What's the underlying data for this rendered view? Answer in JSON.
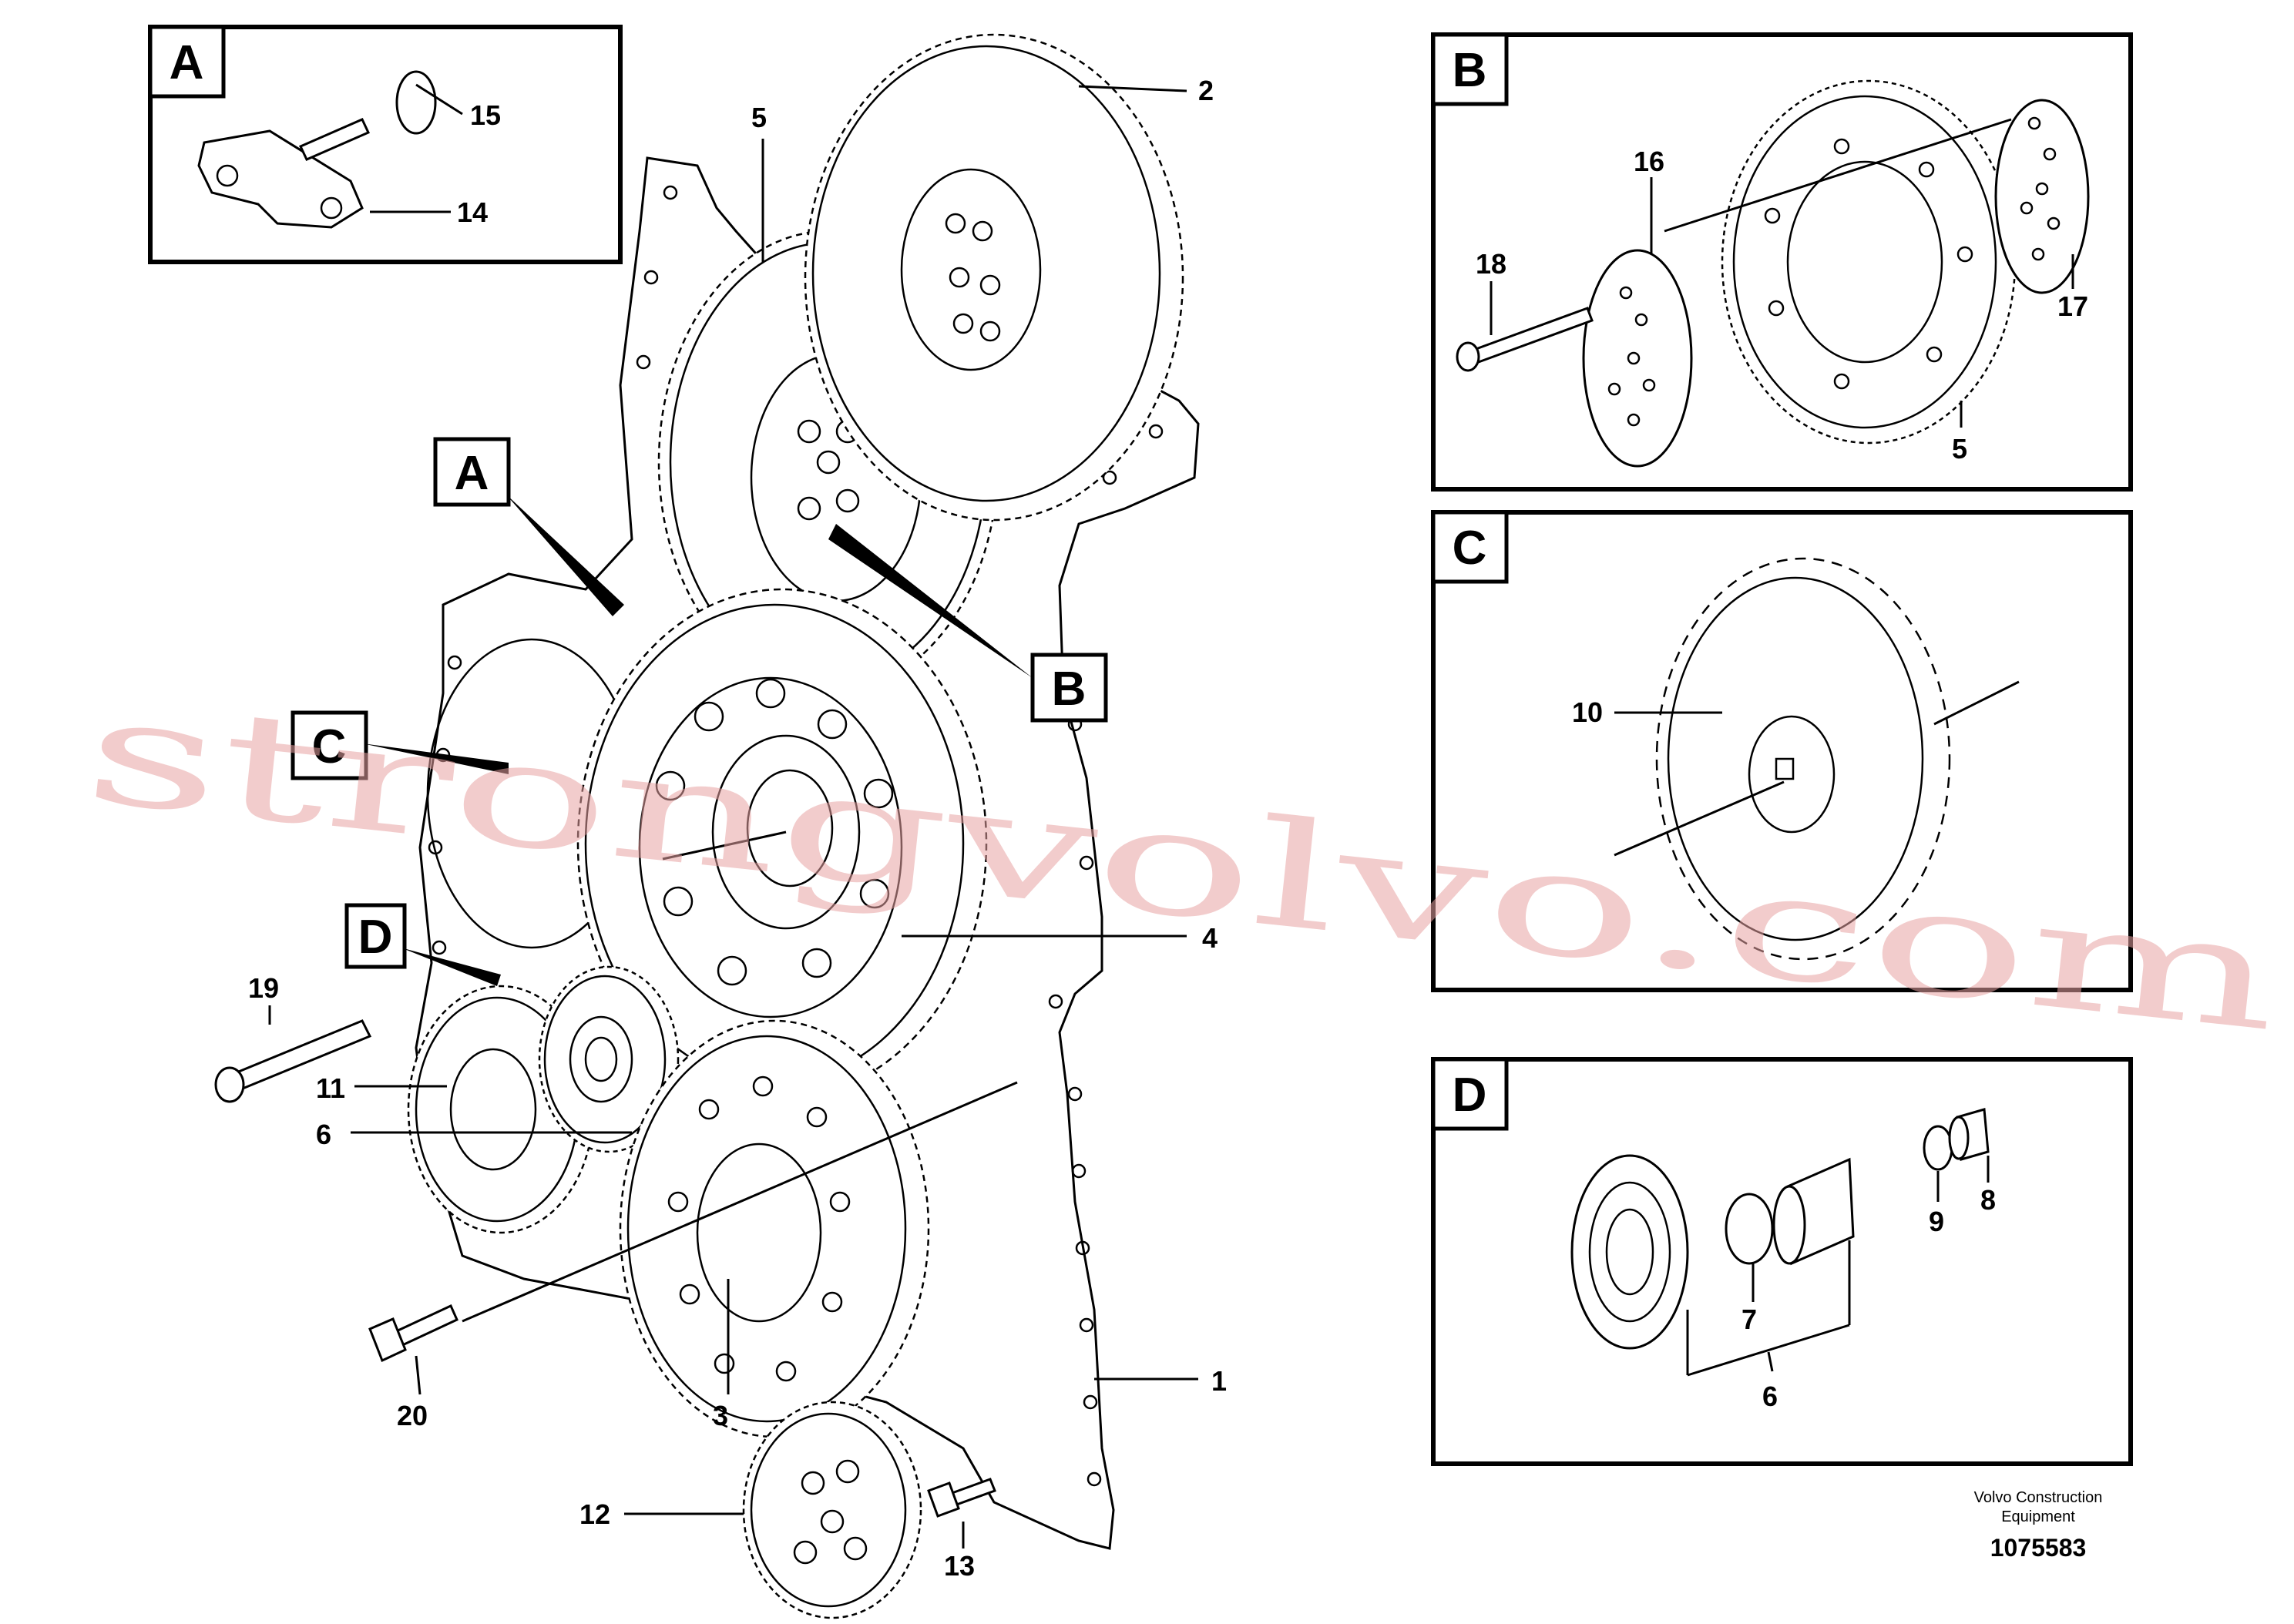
{
  "callouts": {
    "c1": "1",
    "c2": "2",
    "c3": "3",
    "c4": "4",
    "c5_main": "5",
    "c6_main": "6",
    "c11": "11",
    "c12": "12",
    "c13": "13",
    "c19": "19",
    "c20": "20",
    "c14": "14",
    "c15": "15",
    "c16": "16",
    "c17": "17",
    "c18": "18",
    "c5_b": "5",
    "c10": "10",
    "c7": "7",
    "c8": "8",
    "c9": "9",
    "c6_d": "6"
  },
  "detail_refs": {
    "a": "A",
    "b": "B",
    "c": "C",
    "d": "D"
  },
  "inset_titles": {
    "a": "A",
    "b": "B",
    "c": "C",
    "d": "D"
  },
  "watermark": "strongvolvo.com",
  "footer": {
    "brand_line1": "Volvo Construction",
    "brand_line2": "Equipment",
    "drawing_number": "1075583"
  }
}
